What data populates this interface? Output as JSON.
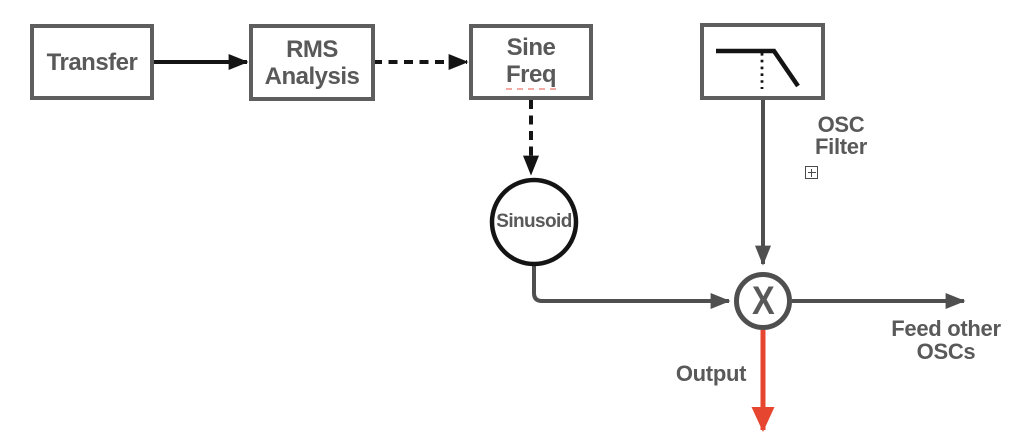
{
  "colors": {
    "box_stroke": "#5e5e5e",
    "text_gray": "#595959",
    "ink_black": "#141414",
    "arrow_gray": "#4f4f4f",
    "arrow_red": "#e64530",
    "spell_pink": "#f2aba3",
    "bg": "#ffffff"
  },
  "icons": {
    "filter_curve": "lowpass-filter-response-curve",
    "expand": "squared-plus-expand-badge"
  },
  "nodes": {
    "transfer": {
      "label": "Transfer"
    },
    "rms": {
      "line1": "RMS",
      "line2": "Analysis"
    },
    "sine": {
      "line1": "Sine",
      "line2": "Freq"
    },
    "sinusoid": {
      "label": "Sinusoid"
    },
    "multiplier": {
      "label": "X"
    }
  },
  "labels": {
    "osc_filter": {
      "line1": "OSC",
      "line2": "Filter"
    },
    "feed_other": {
      "line1": "Feed other",
      "line2": "OSCs"
    },
    "output": "Output"
  }
}
